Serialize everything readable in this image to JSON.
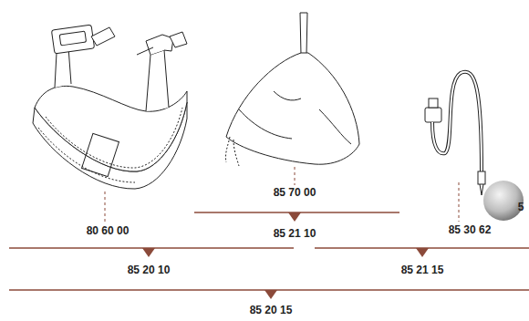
{
  "diagram": {
    "labels": [
      "85 70 00",
      "5",
      "80 60 00",
      "85 21 10",
      "85 30 62",
      "85 20 10",
      "85 21 15",
      "85 20 15"
    ]
  }
}
